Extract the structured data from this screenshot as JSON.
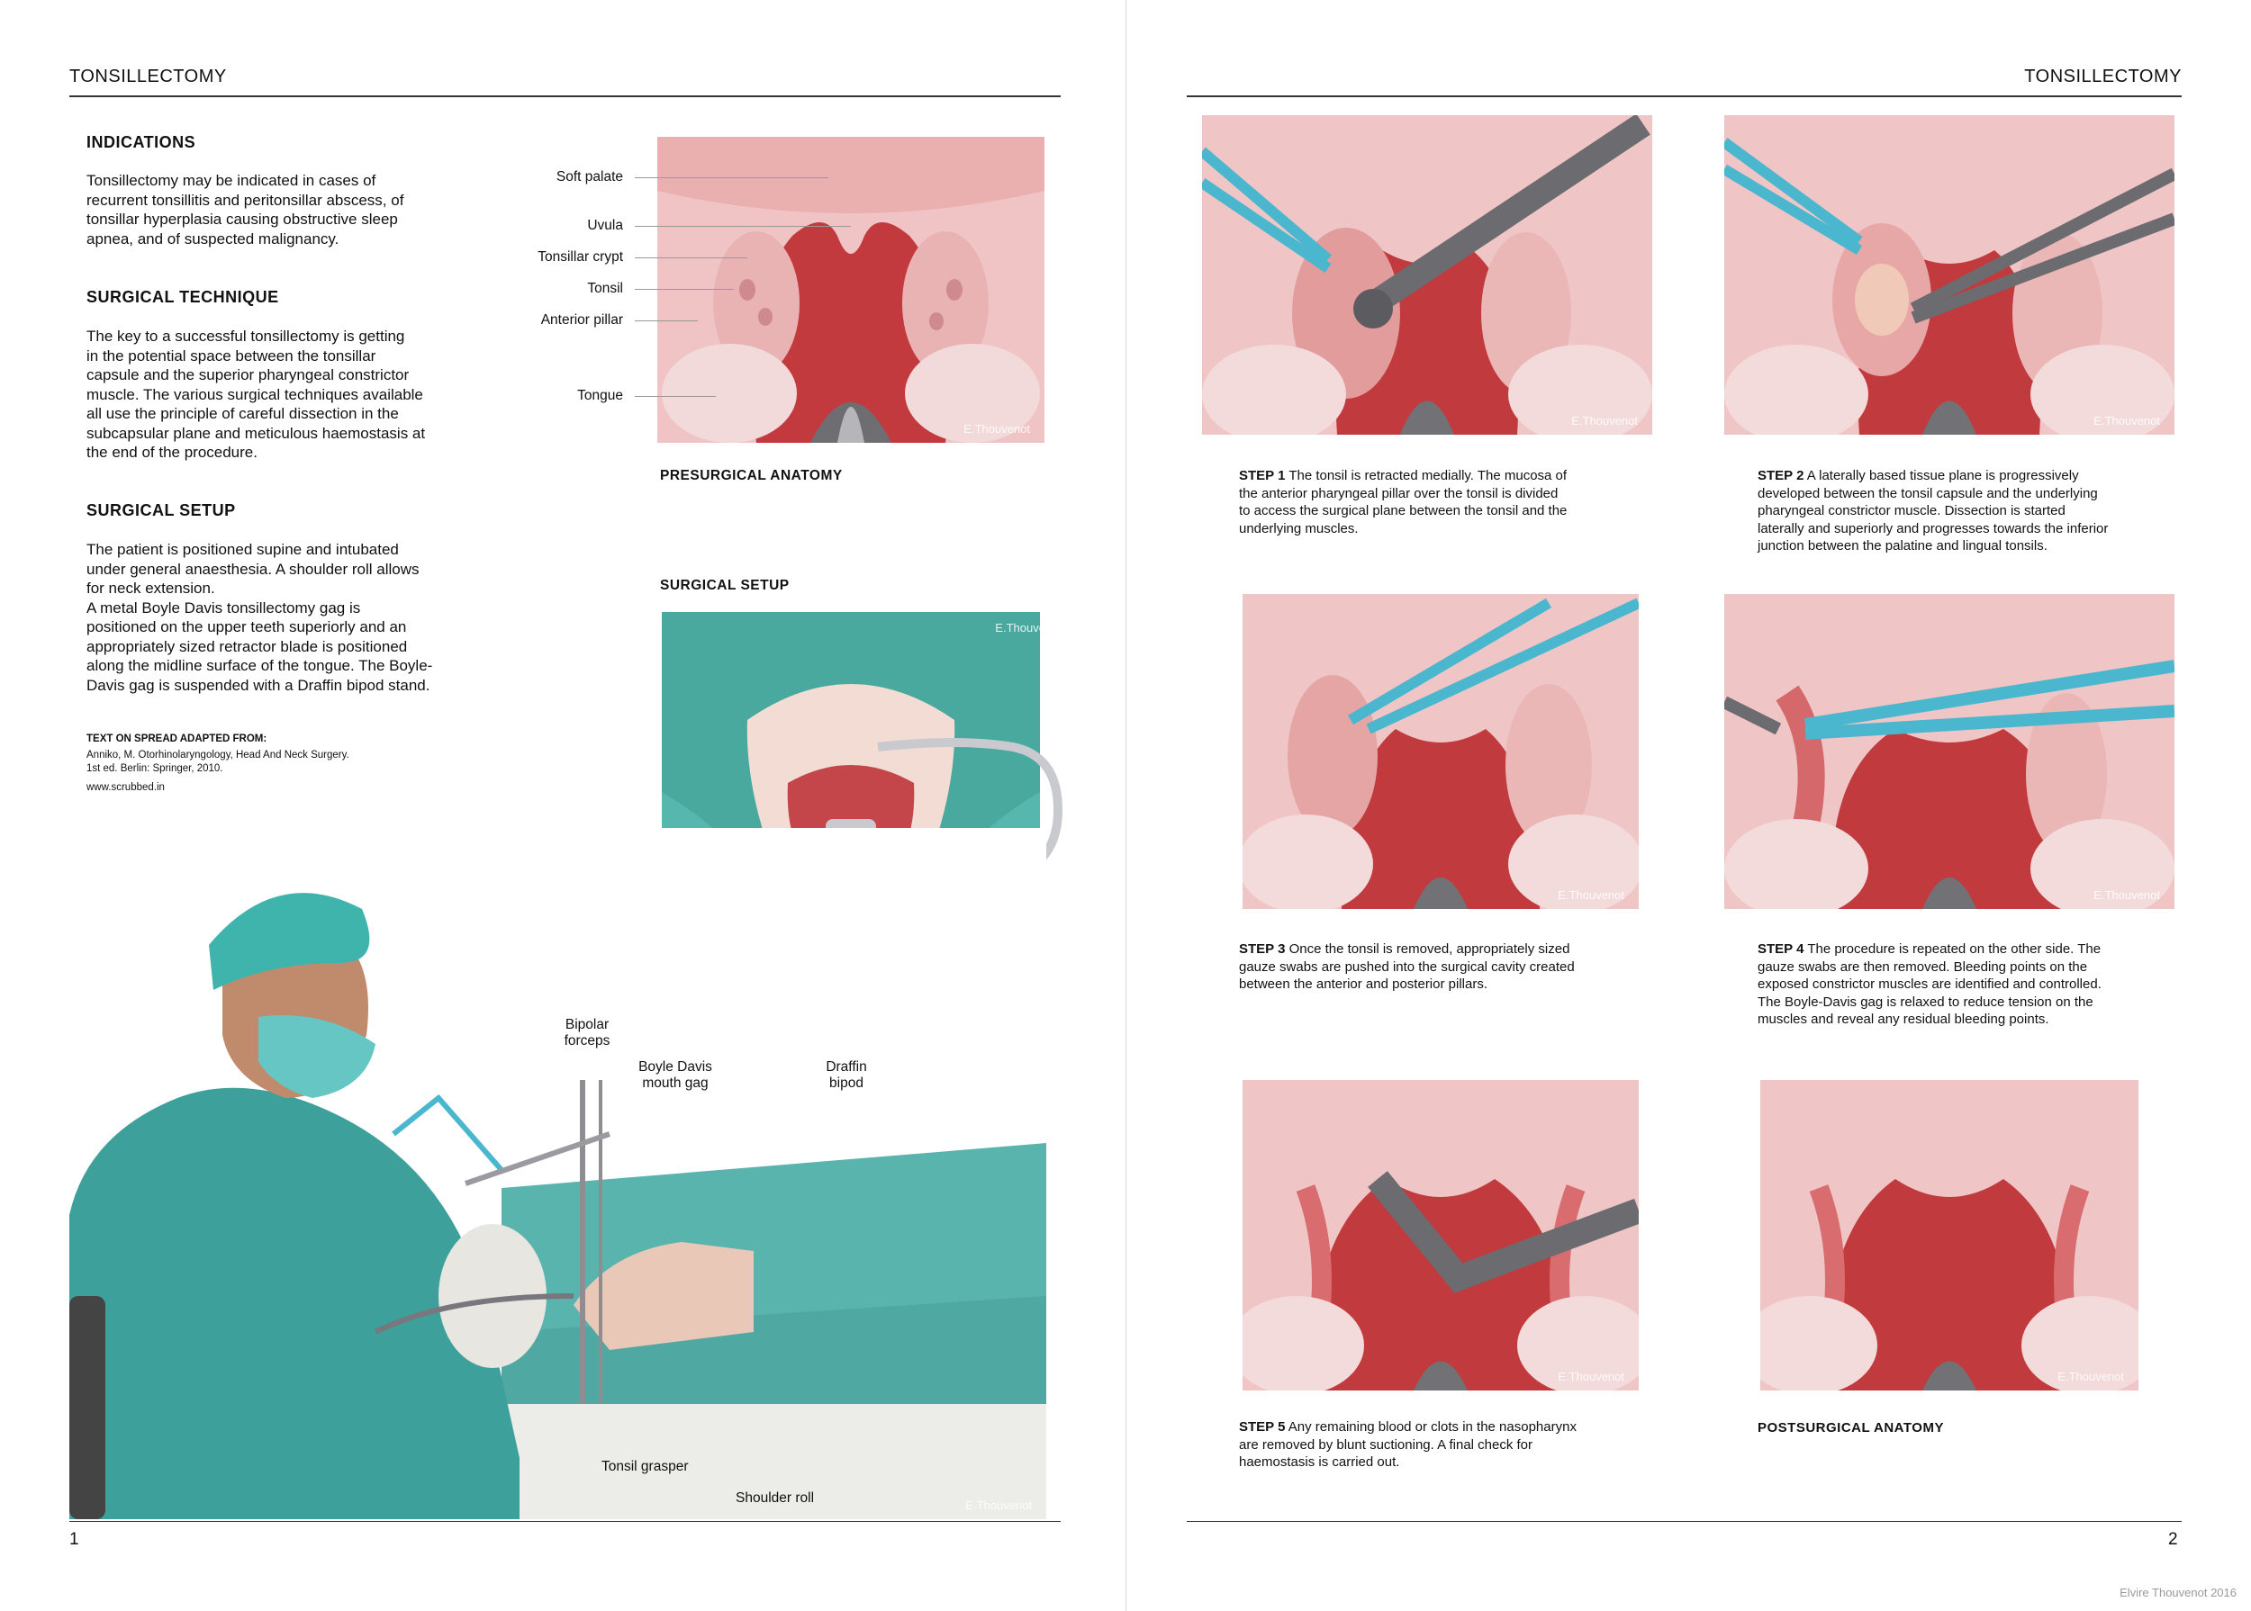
{
  "left_page": {
    "header": "TONSILLECTOMY",
    "indications": {
      "heading": "INDICATIONS",
      "lines": [
        "Tonsillectomy may be indicated in cases of",
        "recurrent tonsillitis and peritonsillar abscess, of",
        "tonsillar hyperplasia causing obstructive sleep",
        "apnea, and of suspected malignancy."
      ]
    },
    "technique": {
      "heading": "SURGICAL TECHNIQUE",
      "lines": [
        "The key to a successful tonsillectomy is getting",
        "in the potential space between the tonsillar",
        "capsule and the superior pharyngeal constrictor",
        "muscle. The various surgical techniques available",
        "all use the principle of careful dissection in the",
        "subcapsular plane and meticulous haemostasis at",
        "the end of the procedure."
      ]
    },
    "setup": {
      "heading": "SURGICAL SETUP",
      "lines": [
        "The patient is positioned supine and intubated",
        "under general anaesthesia. A shoulder roll allows",
        "for neck extension.",
        "A metal Boyle Davis tonsillectomy gag is",
        "positioned on the upper teeth superiorly and an",
        "appropriately sized retractor blade is positioned",
        "along the midline surface of the tongue. The Boyle-",
        "Davis gag is suspended with a Draffin bipod stand."
      ]
    },
    "source": {
      "heading": "TEXT ON SPREAD ADAPTED FROM:",
      "lines": [
        "Anniko, M. Otorhinolaryngology, Head And Neck Surgery.",
        "1st ed. Berlin: Springer, 2010.",
        "www.scrubbed.in"
      ]
    },
    "anatomy_labels": {
      "soft_palate": "Soft palate",
      "uvula": "Uvula",
      "tonsillar_crypt": "Tonsillar crypt",
      "tonsil": "Tonsil",
      "anterior_pillar": "Anterior pillar",
      "tongue": "Tongue"
    },
    "presurgical_caption": "PRESURGICAL ANATOMY",
    "setup_caption": "SURGICAL SETUP",
    "setup_labels": {
      "bipolar_1": "Bipolar",
      "bipolar_2": "forceps",
      "boyle_1": "Boyle Davis",
      "boyle_2": "mouth gag",
      "draffin_1": "Draffin",
      "draffin_2": "bipod",
      "grasper": "Tonsil grasper",
      "shoulder": "Shoulder roll"
    },
    "watermark": "E.Thouvenot",
    "page_number": "1"
  },
  "right_page": {
    "header": "TONSILLECTOMY",
    "steps": [
      {
        "label": "STEP 1",
        "lines": [
          " The tonsil is retracted medially. The mucosa of",
          "the anterior pharyngeal pillar over the tonsil is divided",
          "to access the surgical plane between the tonsil and the",
          "underlying muscles."
        ]
      },
      {
        "label": "STEP 2",
        "lines": [
          " A laterally based tissue plane is progressively",
          "developed between the tonsil capsule and the underlying",
          "pharyngeal constrictor muscle. Dissection is started",
          "laterally and superiorly and progresses towards the inferior",
          "junction between the palatine and lingual tonsils."
        ]
      },
      {
        "label": "STEP 3",
        "lines": [
          " Once the tonsil is removed, appropriately sized",
          "gauze swabs are pushed into the surgical cavity created",
          "between the anterior and posterior pillars."
        ]
      },
      {
        "label": "STEP 4",
        "lines": [
          " The procedure is repeated on the other side. The",
          "gauze swabs are then removed. Bleeding points on the",
          "exposed constrictor muscles are identified and controlled.",
          "The Boyle-Davis gag is relaxed to reduce tension on the",
          "muscles and reveal any residual bleeding points."
        ]
      },
      {
        "label": "STEP 5",
        "lines": [
          " Any remaining blood or clots in the nasopharynx",
          "are removed by blunt suctioning. A final check for",
          "haemostasis is carried out."
        ]
      }
    ],
    "postsurgical_caption": "POSTSURGICAL ANATOMY",
    "watermark": "E.Thouvenot",
    "page_number": "2"
  },
  "credit": "Elvire Thouvenot 2016",
  "colors": {
    "tissue": "#e9a3a3",
    "cavity": "#b92f34",
    "drape": "#4fb4ac",
    "instrument": "#4bb7cf"
  }
}
